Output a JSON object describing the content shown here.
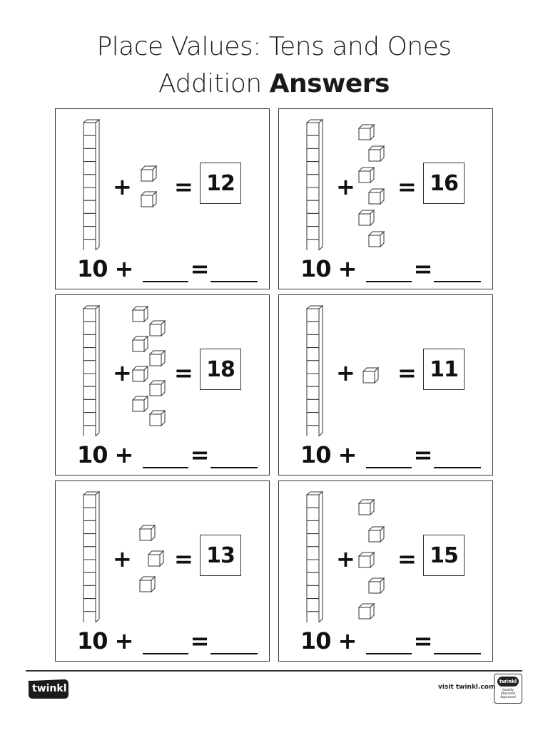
{
  "title": {
    "line1": "Place Values: Tens and Ones",
    "line2_prefix": "Addition ",
    "line2_bold": "Answers"
  },
  "symbols": {
    "plus": "+",
    "equals": "="
  },
  "equation": {
    "ten": "10",
    "plus": "+",
    "equals": "="
  },
  "cards": [
    {
      "answer": "12",
      "ones": 2
    },
    {
      "answer": "16",
      "ones": 6
    },
    {
      "answer": "18",
      "ones": 8
    },
    {
      "answer": "11",
      "ones": 1
    },
    {
      "answer": "13",
      "ones": 3
    },
    {
      "answer": "15",
      "ones": 5
    }
  ],
  "footer": {
    "logo_text": "twinkl",
    "visit_text": "visit twinkl.com",
    "badge_logo": "twinkl",
    "badge_text": "Quality Standard Approved"
  }
}
